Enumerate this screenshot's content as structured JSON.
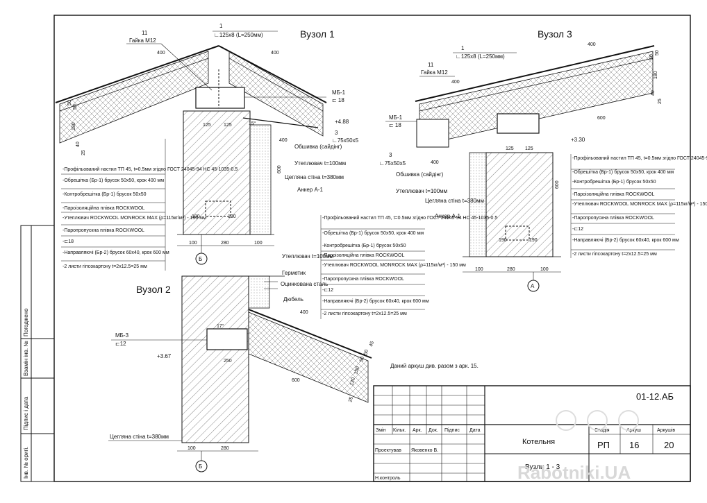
{
  "drawing": {
    "nodes": {
      "n1": "Вузол 1",
      "n2": "Вузол 2",
      "n3": "Вузол 3"
    },
    "callouts": {
      "n1_11": "11",
      "n1_nut": "Гайка М12",
      "n1_1": "1",
      "n1_angle": "∟125x8 (L=250мм)",
      "n1_mb": "МБ-1",
      "n1_ch": "⊏ 18",
      "n1_mark": "+4.88",
      "n1_3": "3",
      "n1_ang2": "∟75x50x5",
      "n1_cladding": "Обшивка (сайдінг)",
      "n1_insul": "Утеплювач t=100мм",
      "n1_wall": "Цегляна стіна t=380мм",
      "n1_anchor": "Анкер А-1",
      "n3_1": "1",
      "n3_angle": "∟125x8 (L=250мм)",
      "n3_11": "11",
      "n3_nut": "Гайка М12",
      "n3_mb": "МБ-1",
      "n3_ch": "⊏ 18",
      "n3_mark": "+3.30",
      "n3_3": "3",
      "n3_ang2": "∟75x50x5",
      "n3_cladding": "Обшивка (сайдінг)",
      "n3_insul": "Утеплювач t=100мм",
      "n3_wall": "Цегляна стіна t=380мм",
      "n3_anchor": "Анкер А-1",
      "n2_insul": "Утеплювач t=100мм",
      "n2_seal": "Герметик",
      "n2_steel": "Оцинкована сталь",
      "n2_dowel": "Дюбель",
      "n2_mb": "МБ-3",
      "n2_ch": "⊏12",
      "n2_mark": "+3.67",
      "n2_wall": "Цегляна стіна t=380мм"
    },
    "dims": {
      "d400a": "400",
      "d400b": "400",
      "d125a": "125",
      "d125b": "125",
      "d15": "15°",
      "d400c": "400",
      "d600": "600",
      "d180": "180",
      "d190": "190",
      "d100a": "100",
      "d280": "280",
      "d100b": "100",
      "l50": "50",
      "l50b": "50",
      "l180": "180",
      "l40": "40",
      "l25": "25",
      "n3_400a": "400",
      "n3_400b": "400",
      "n3_400c": "400",
      "n3_125a": "125",
      "n3_125b": "125",
      "n3_600": "600",
      "n3_600v": "600",
      "n3_190a": "190",
      "n3_190b": "190",
      "n3_100a": "100",
      "n3_280": "280",
      "n3_100b": "100",
      "n3_r50": "50",
      "n3_r50b": "50",
      "n3_r180": "180",
      "n3_r40": "40",
      "n3_r25": "25",
      "n2_400": "400",
      "n2_250": "250",
      "n2_600": "600",
      "n2_17": "17°",
      "n2_100": "100",
      "n2_280": "280",
      "n2_45": "45",
      "n2_50": "50",
      "n2_50b": "50",
      "n2_150": "150",
      "n2_120": "120",
      "n2_25": "25"
    },
    "axes": {
      "b1": "Б",
      "b2": "Б",
      "a": "А"
    },
    "layers": [
      "-Профільований настил ТП 45, t=0.5мм згідно ГОСТ 24045-94 НС 45-1035-0.5",
      "-Обрешітка (Бр-1) брусок 50x50, крок 400 мм",
      "-Контробрешітка (Бр-1) брусок 50x50",
      "-Пароізоляційна плівка ROCKWOOL",
      "-Утеплювач ROCKWOOL MONROCK MAX (ρ=115кг/м³) - 150 мм",
      "-Паропропускна плівка ROCKWOOL",
      "-⊏18",
      "-Направляючі (Бр-2) брусок 60x40, крок 600 мм",
      "-2 листи гіпсокартону t=2x12.5=25 мм"
    ],
    "layers_mid_ch": "-⊏12",
    "note": "Даний аркуш див. разом з арк. 15."
  },
  "stamp": {
    "code": "01-12.АБ",
    "col_zmin": "Змін",
    "col_kilk": "Кільк.",
    "col_ark": "Арк.",
    "col_dok": "Док.",
    "col_pidpys": "Підпис",
    "col_data": "Дата",
    "object": "Котельня",
    "sheet_title": "Вузли 1 - 3",
    "stage_h": "Стадія",
    "sheet_h": "Аркуш",
    "sheets_h": "Аркушів",
    "stage": "РП",
    "sheet": "16",
    "sheets": "20",
    "designed_h": "Проектував",
    "designer": "Яковенко В.",
    "control_h": "Н.контроль"
  },
  "side_stamp": {
    "agreed": "Погоджено",
    "inv_zam": "Взамін інв. №",
    "sign_date": "Підпис і дата",
    "inv_orig": "Інв. № оригі."
  },
  "watermark": "Rabotniki.UA"
}
